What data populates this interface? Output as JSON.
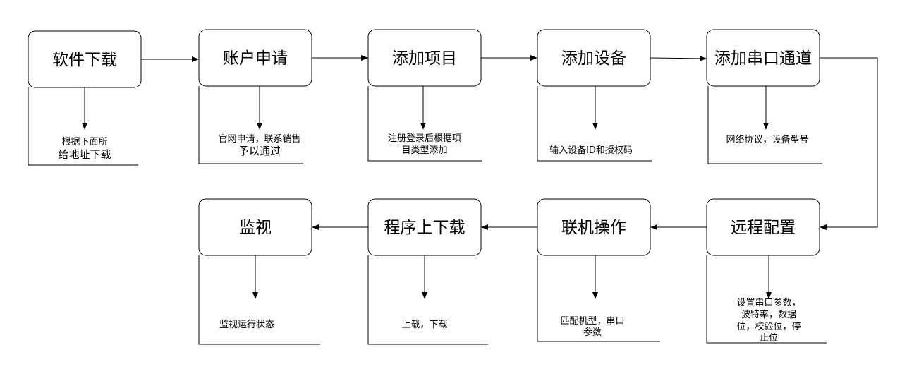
{
  "steps": [
    {
      "title": "软件下载",
      "note": [
        "根据下面所",
        "给地址下载"
      ]
    },
    {
      "title": "账户申请",
      "note": [
        "官网申请，联系销售",
        "予以通过"
      ]
    },
    {
      "title": "添加项目",
      "note": [
        "注册登录后根据项",
        "目类型添加"
      ]
    },
    {
      "title": "添加设备",
      "note": [
        "输入设备ID和授权码"
      ]
    },
    {
      "title": "添加串口通道",
      "note": [
        "网络协议，设备型号"
      ]
    },
    {
      "title": "远程配置",
      "note": [
        "设置串口参数，",
        "波特率，数据",
        "位，校验位，停",
        "止位"
      ]
    },
    {
      "title": "联机操作",
      "note": [
        "匹配机型，串口",
        "参数"
      ]
    },
    {
      "title": "程序上下载",
      "note": [
        "上载，下载"
      ]
    },
    {
      "title": "监视",
      "note": [
        "监视运行状态"
      ]
    }
  ]
}
